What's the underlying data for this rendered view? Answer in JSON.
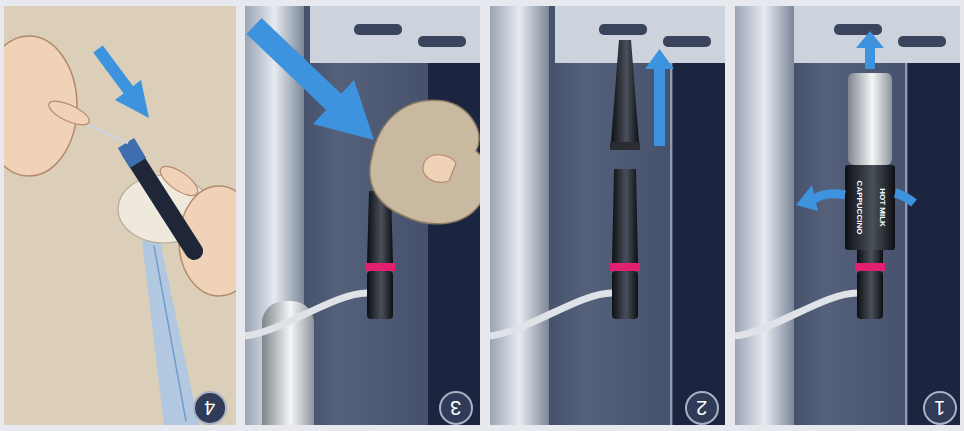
{
  "diagram": {
    "nodes": [
      {
        "text": [
          "1"
        ]
      },
      {
        "text": [
          "2"
        ]
      },
      {
        "text": [
          "3"
        ]
      },
      {
        "text": [
          "4"
        ]
      }
    ],
    "labels": [
      "HOT MILK",
      "CAPPUCCINO"
    ]
  }
}
